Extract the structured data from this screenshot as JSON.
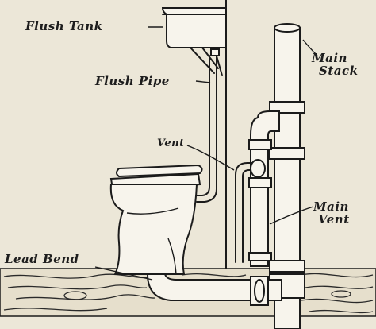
{
  "labels": {
    "flush_tank": "Flush Tank",
    "flush_pipe": "Flush Pipe",
    "vent": "Vent",
    "main_stack_line1": "Main",
    "main_stack_line2": "Stack",
    "main_vent_line1": "Main",
    "main_vent_line2": "Vent",
    "lead_bend": "Lead Bend"
  },
  "colors": {
    "paper": "#ece7d8",
    "ink": "#1b1b1b"
  }
}
